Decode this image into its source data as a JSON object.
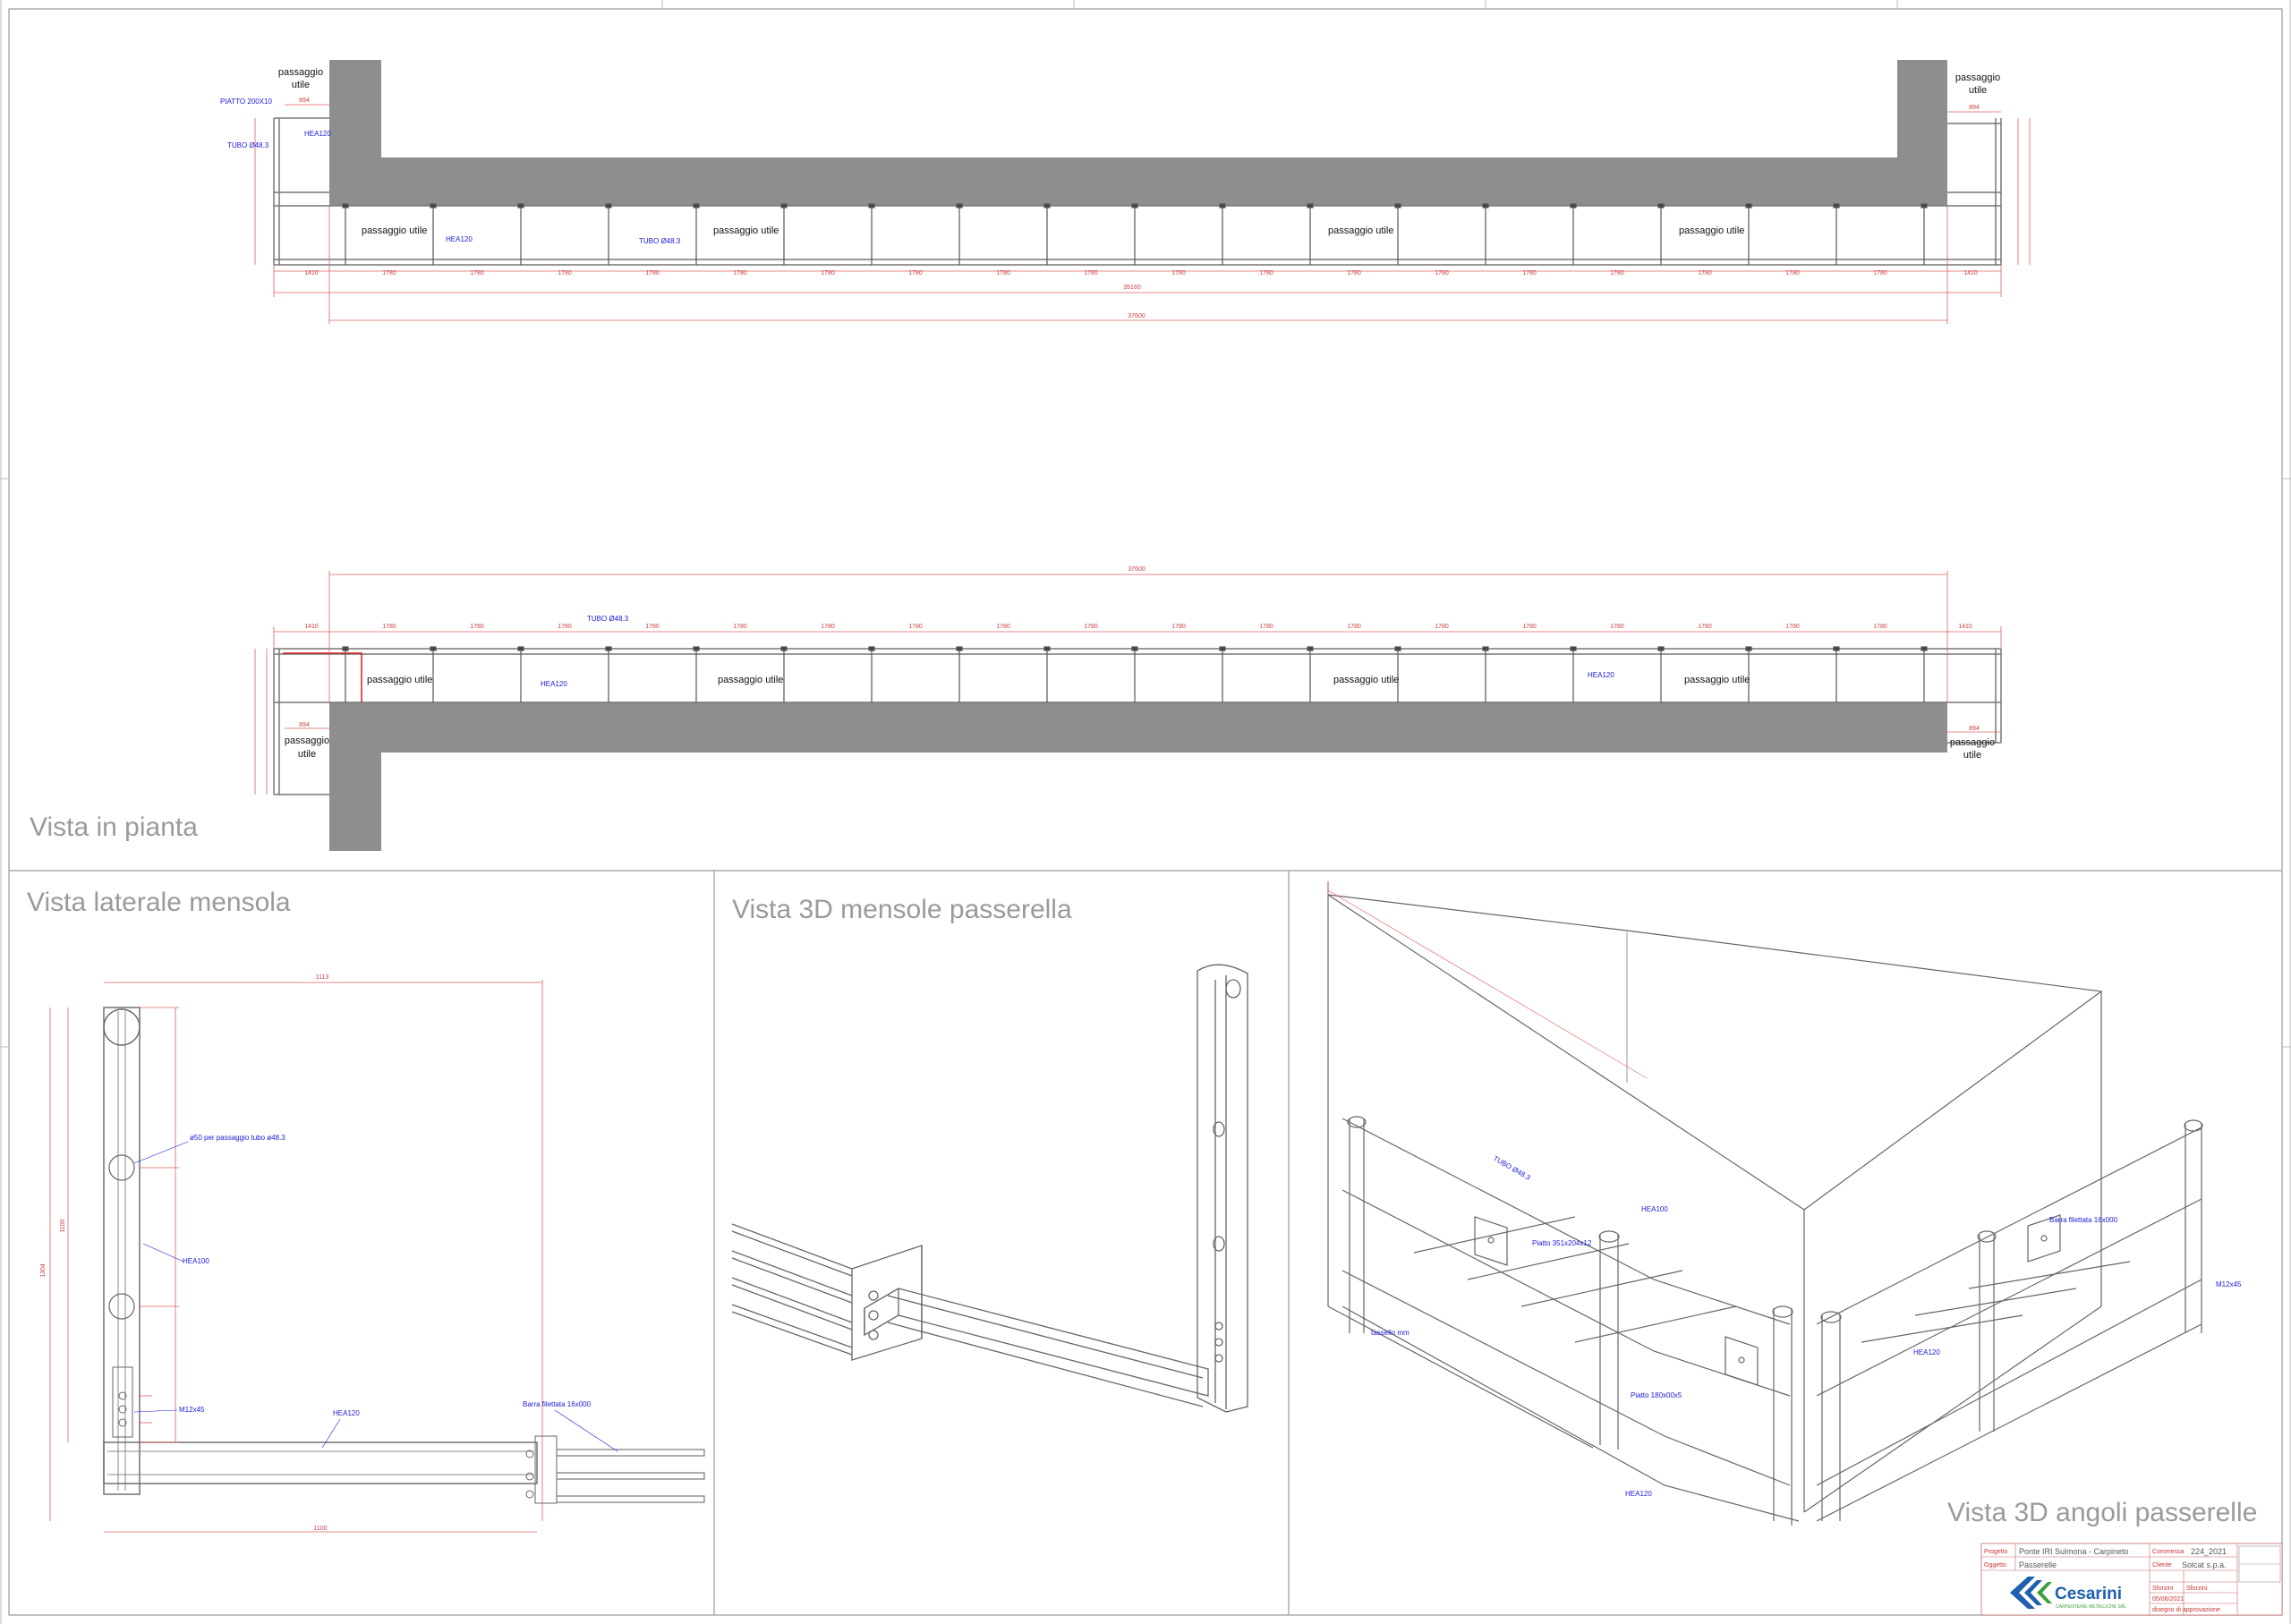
{
  "views": {
    "plan": "Vista in pianta",
    "side": "Vista laterale mensola",
    "bracket3d": "Vista 3D mensole passerella",
    "corner3d": "Vista 3D angoli passerelle"
  },
  "plan": {
    "passage": "passaggio utile",
    "passage_line1": "passaggio",
    "passage_line2": "utile",
    "piatto": "PIATTO 200X10",
    "tubo": "TUBO Ø48.3",
    "tubo_top": "TUBO Ø48.3",
    "hea": "HEA120",
    "dim_total_top": "37600",
    "dim_inner_top": "35160",
    "dim_bay": "1780",
    "dim_end": "1410",
    "dim_894": "894",
    "dim_overall_bottom": "37600"
  },
  "side": {
    "hole_note": "ø50 per passaggio tubo ø48.3",
    "hea_vert": "HEA100",
    "bolt": "M12x45",
    "hea_horiz": "HEA120",
    "bar": "Barra filettata 16x000",
    "dim_top": "1113",
    "dim_bottom": "1100",
    "dim_height": "1304",
    "dim_1100": "1100"
  },
  "corner": {
    "tubo": "TUBO Ø48.3",
    "hea100": "HEA100",
    "piatto1": "Piatto 351x204x12",
    "barra": "Barra filettata 16x000",
    "bolt": "M12x45",
    "tassello": "tassello mm",
    "hea120a": "HEA120",
    "piatto2": "Piatto 180x00x5",
    "hea120b": "HEA120"
  },
  "titleblock": {
    "project": "Ponte IRI Sulmona - Carpineto",
    "subject": "Passerelle",
    "code": "224_2021",
    "client": "Solcat s.p.a.",
    "company": "Cesarini",
    "company_sub": "CARPENTERIE METALLICHE SRL",
    "row_labels": [
      "Progetto",
      "Oggetto",
      "Commessa",
      "Cliente"
    ],
    "drawn": "Sforzini",
    "checked": "Sforzini",
    "date": "05/06/2021",
    "desc": "disegno di approvazione"
  },
  "colors": {
    "wall": "#8e8e91",
    "dimension": "#e06060",
    "callout": "#1a1adc",
    "steel": "#555555"
  }
}
